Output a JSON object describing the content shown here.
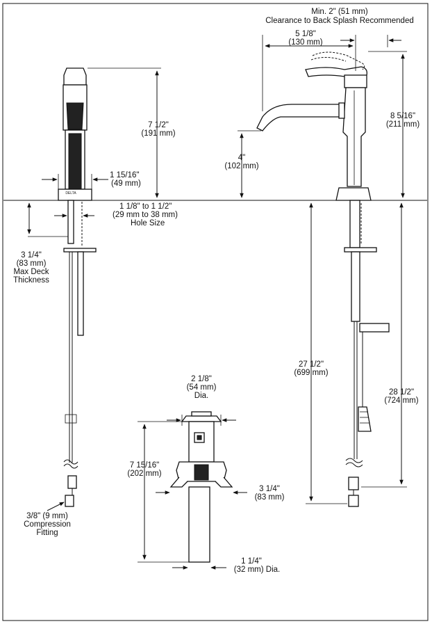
{
  "side_view": {
    "height_label": [
      "7 1/2\"",
      "(191 mm)"
    ],
    "base_width_label": [
      "1 15/16\"",
      "(49 mm)"
    ],
    "hole_size_label": [
      "1 1/8\" to 1 1/2\"",
      "(29 mm to 38 mm)",
      "Hole Size"
    ],
    "deck_label": [
      "3 1/4\"",
      "(83 mm)",
      "Max Deck",
      "Thickness"
    ],
    "fitting_label": [
      "3/8\" (9 mm)",
      "Compression",
      "Fitting"
    ],
    "brand_mark": "DELTA"
  },
  "front_view": {
    "clearance_label": [
      "Min. 2\" (51 mm)",
      "Clearance to Back Splash Recommended"
    ],
    "reach_label": [
      "5 1/8\"",
      "(130 mm)"
    ],
    "total_height_label": [
      "8 5/16\"",
      "(211 mm)"
    ],
    "spout_height_label": [
      "4\"",
      "(102 mm)"
    ],
    "supply_length_label": [
      "27 1/2\"",
      "(699 mm)"
    ],
    "below_deck_label": [
      "28 1/2\"",
      "(724 mm)"
    ]
  },
  "drain_view": {
    "flange_label": [
      "2 1/8\"",
      "(54 mm)",
      "Dia."
    ],
    "drain_height_label": [
      "7 15/16\"",
      "(202 mm)"
    ],
    "body_width_label": [
      "3 1/4\"",
      "(83 mm)"
    ],
    "tailpiece_label": [
      "1 1/4\"",
      "(32 mm) Dia."
    ]
  }
}
